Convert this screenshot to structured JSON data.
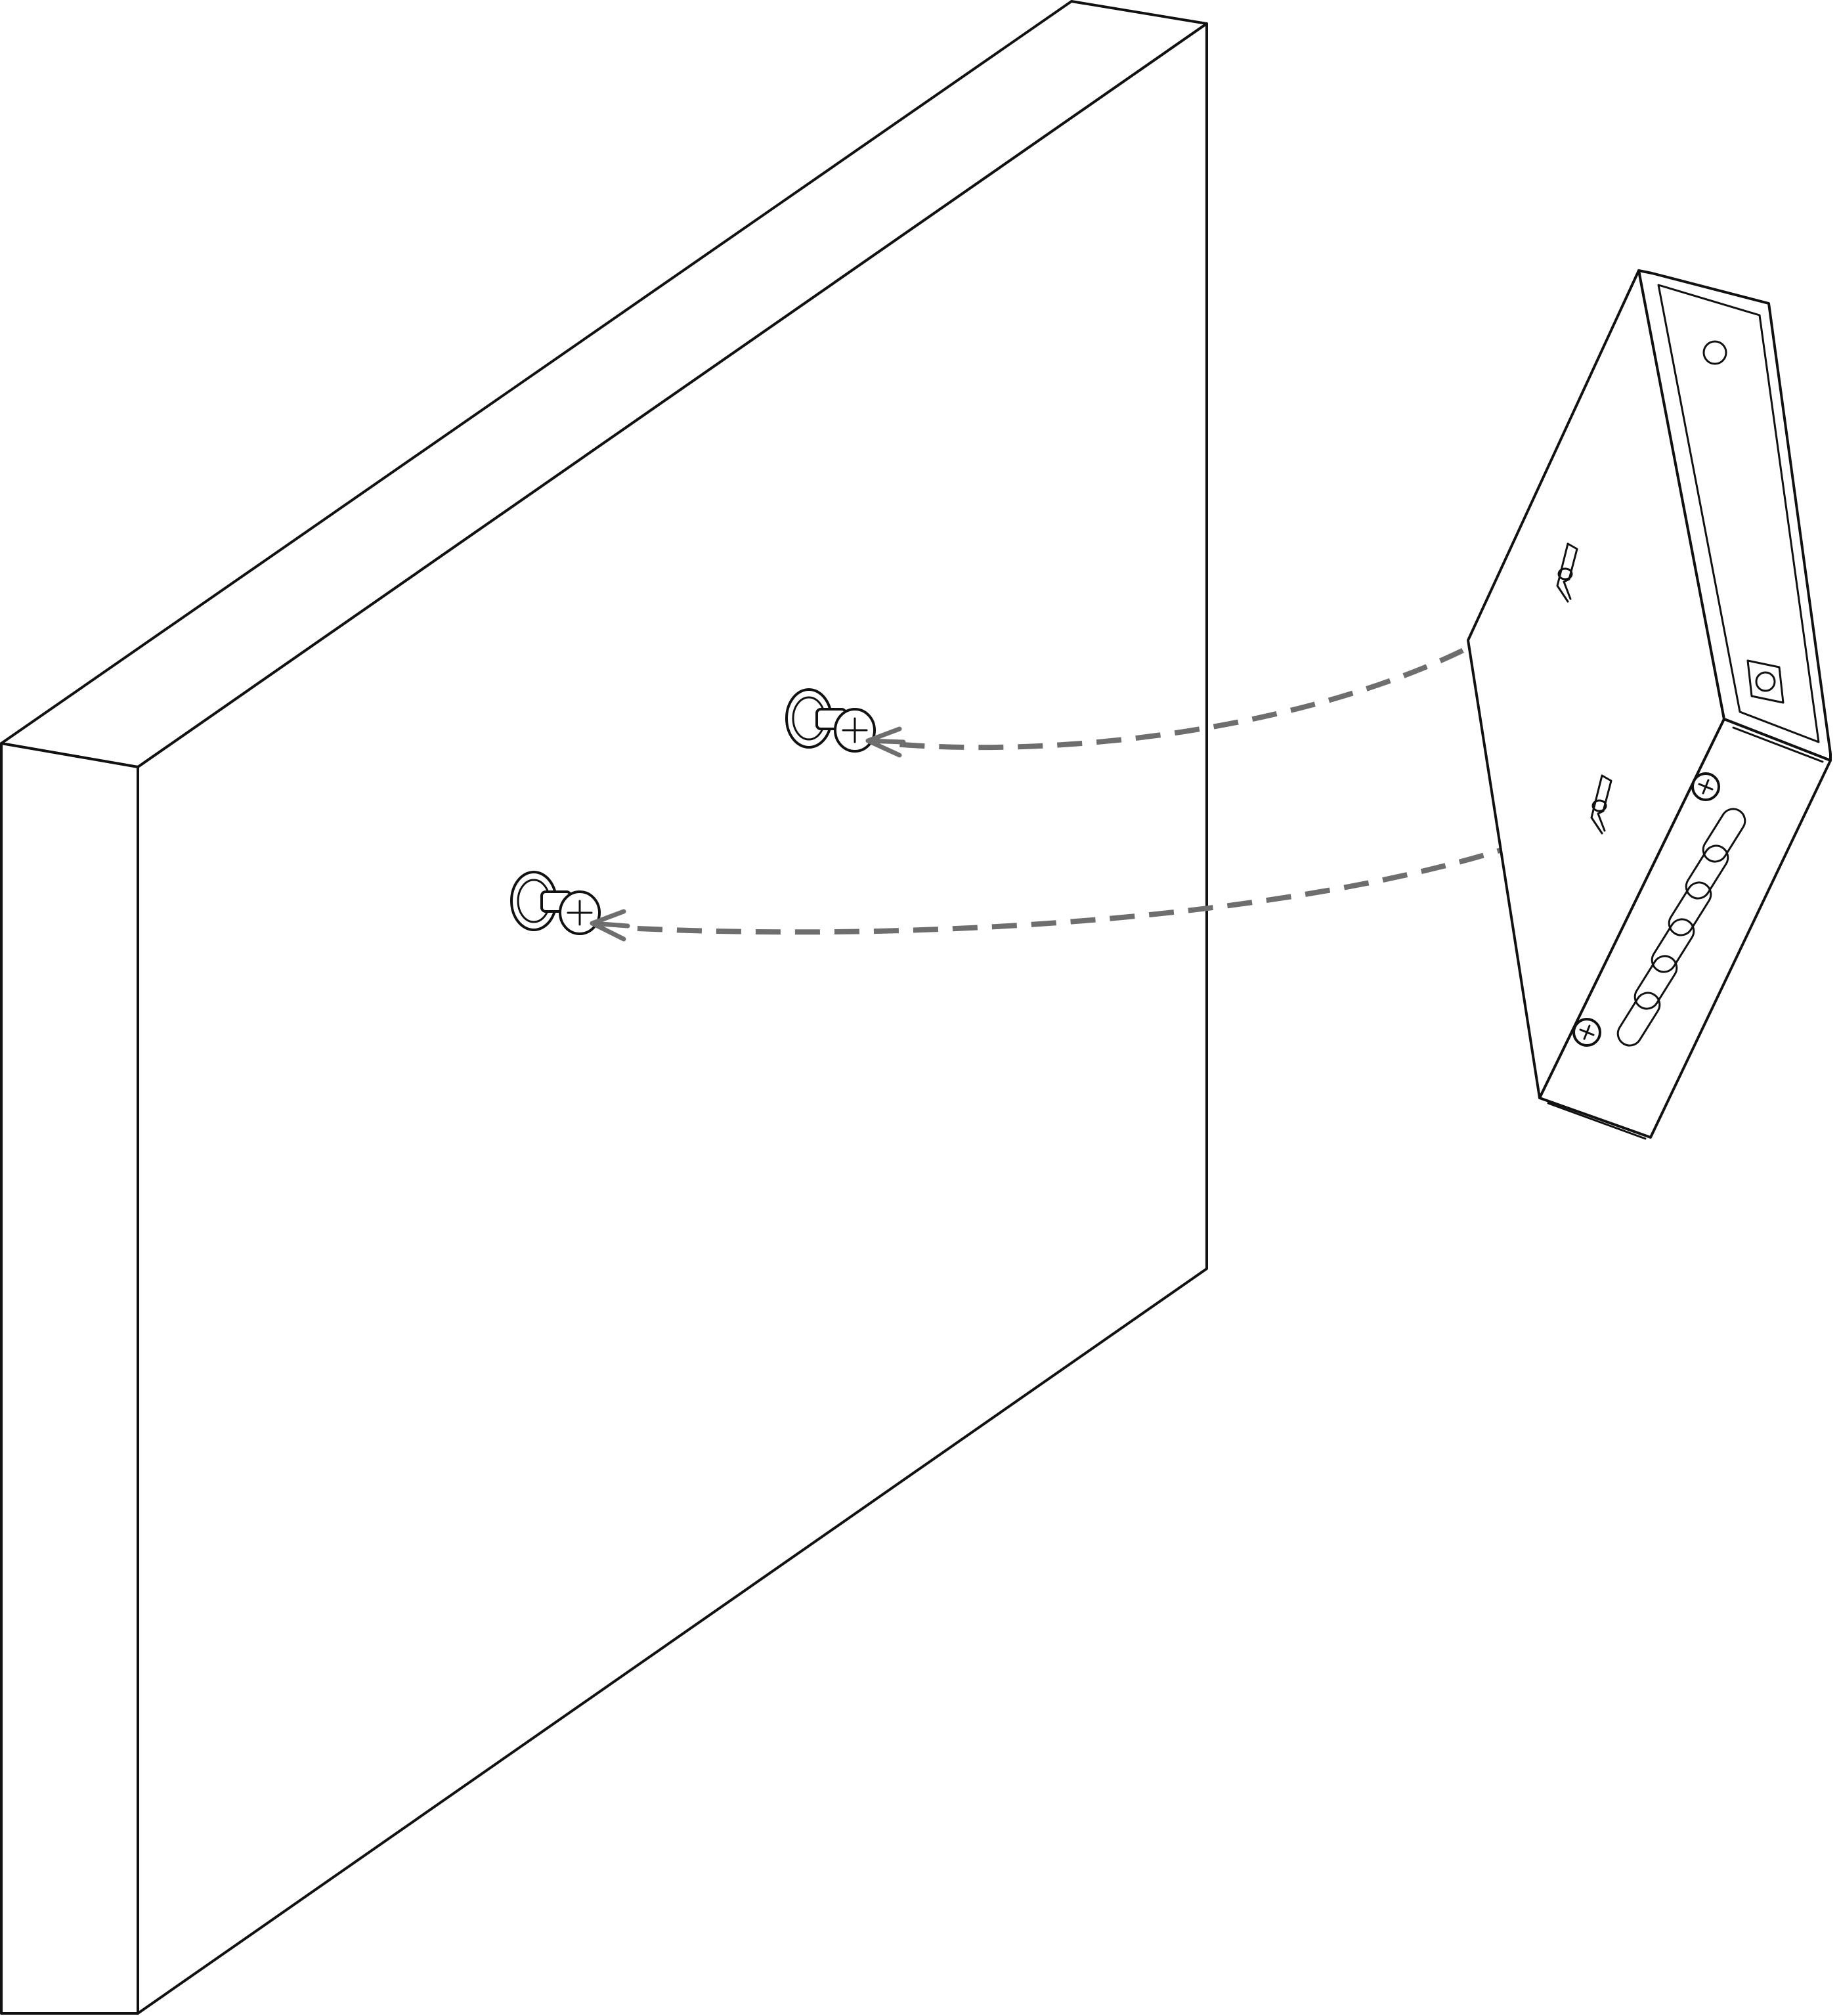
{
  "figure": {
    "type": "wall-mount installation illustration",
    "colors": {
      "line": "#111111",
      "guide": "#6e6e6e",
      "background": "#ffffff"
    },
    "icons": [
      "wall-panel",
      "screw-anchor-icon",
      "device-enclosure",
      "keyhole-slot-icon",
      "vent-slot-icon",
      "mounting-screw-icon",
      "indicator-led-icon",
      "power-button-icon"
    ]
  }
}
